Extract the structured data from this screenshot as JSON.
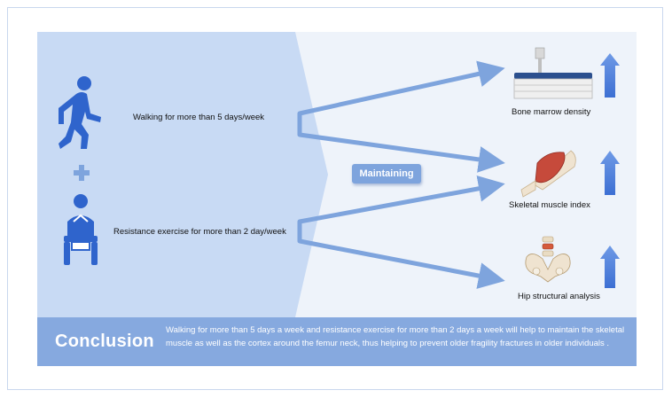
{
  "exercises": {
    "walking": "Walking for more than 5 days/week",
    "resistance": "Resistance exercise for more than 2 day/week"
  },
  "center_label": "Maintaining",
  "outcomes": [
    {
      "label": "Bone marrow density",
      "icon": "bone-density-scanner-icon",
      "trend": "up"
    },
    {
      "label": "Skeletal muscle index",
      "icon": "leg-muscle-icon",
      "trend": "up"
    },
    {
      "label": "Hip structural analysis",
      "icon": "pelvis-icon",
      "trend": "up"
    }
  ],
  "conclusion": {
    "title": "Conclusion",
    "text": "Walking for more than 5 days  a week and resistance exercise for more than 2 days a week will help to maintain the skeletal muscle as well as the cortex around the femur neck, thus helping to prevent older fragility fractures in older individuals ."
  },
  "colors": {
    "accent": "#3b6fd4",
    "panel": "#eef3fa",
    "left_panel": "#c8daf4",
    "arrow": "#7ea4dd",
    "conclusion_bar": "#86a9df"
  }
}
